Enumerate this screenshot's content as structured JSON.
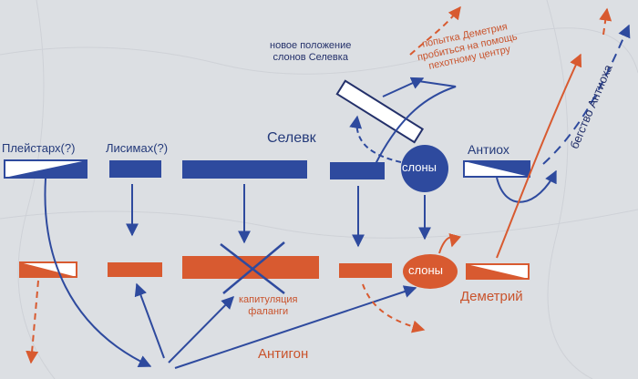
{
  "colors": {
    "blue": "#2e4a9e",
    "red": "#d85a30",
    "background": "#dcdfe3",
    "dark_text": "#23306a"
  },
  "labels": {
    "pleistarchus": "Плейстарх(?)",
    "lysimachus": "Лисимах(?)",
    "seleucus": "Селевк",
    "antiochus": "Антиох",
    "seleucus_new_position_line1": "новое положение",
    "seleucus_new_position_line2": "слонов Селевка",
    "demetrius_attempt_line1": "попытка Деметрия",
    "demetrius_attempt_line2": "пробиться на помощь",
    "demetrius_attempt_line3": "пехотному центру",
    "antiochus_flight": "бегство Антиоха",
    "elephants_blue": "слоны",
    "elephants_red": "слоны",
    "phalanx_capitulation_line1": "капитуляция",
    "phalanx_capitulation_line2": "фаланги",
    "demetrius": "Деметрий",
    "antigonus": "Антигон"
  }
}
